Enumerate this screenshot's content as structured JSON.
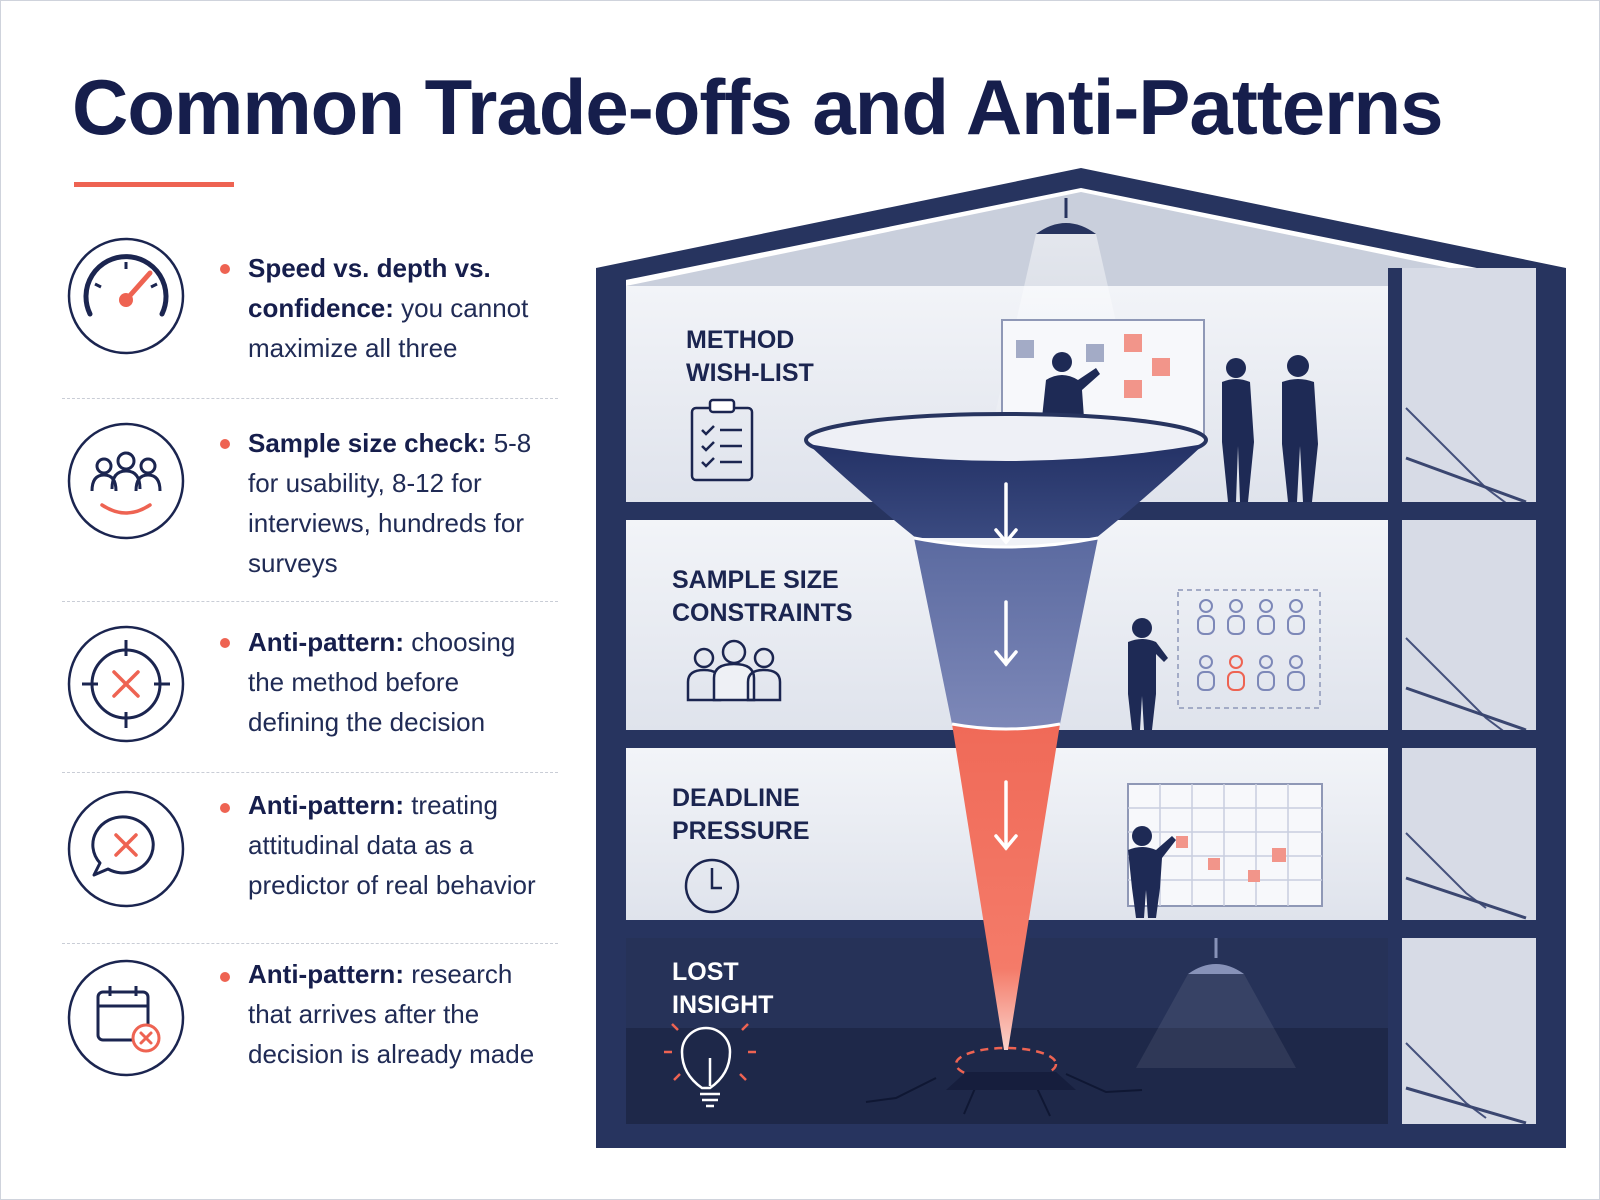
{
  "title": "Common Trade-offs and Anti-Patterns",
  "colors": {
    "navy": "#1b2550",
    "accent": "#ee6352",
    "slate": "#4a5a88",
    "light": "#eef0f5"
  },
  "items": [
    {
      "icon": "speedometer-icon",
      "bold": "Speed vs. depth vs. confidence:",
      "rest": " you cannot maximize all three"
    },
    {
      "icon": "group-icon",
      "bold": "Sample size check:",
      "rest": " 5-8 for usability, 8-12 for interviews, hundreds for surveys"
    },
    {
      "icon": "target-x-icon",
      "bold": "Anti-pattern:",
      "rest": " choosing the method before defining the decision"
    },
    {
      "icon": "speech-bubble-x-icon",
      "bold": "Anti-pattern:",
      "rest": " treating attitudinal data as a predictor of real behavior"
    },
    {
      "icon": "calendar-x-icon",
      "bold": "Anti-pattern:",
      "rest": " research that arrives after the decision is already made"
    }
  ],
  "floors": [
    {
      "line1": "METHOD",
      "line2": "WISH-LIST",
      "icon": "checklist-icon"
    },
    {
      "line1": "SAMPLE SIZE",
      "line2": "CONSTRAINTS",
      "icon": "people-icon"
    },
    {
      "line1": "DEADLINE",
      "line2": "PRESSURE",
      "icon": "clock-icon"
    },
    {
      "line1": "LOST",
      "line2": "INSIGHT",
      "icon": "lightbulb-icon"
    }
  ]
}
